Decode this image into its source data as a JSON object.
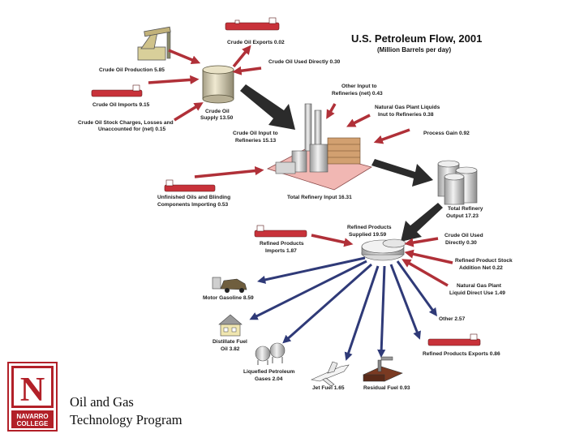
{
  "title": {
    "line1": "U.S. Petroleum Flow, 2001",
    "line2": "(Million Barrels per day)"
  },
  "labels": {
    "crude_oil_exports": "Crude Oil Exports 0.02",
    "crude_oil_used_directly_top": "Crude Oil Used Directly 0.30",
    "crude_oil_production": "Crude Oil Production 5.85",
    "crude_oil_imports": "Crude Oil Imports 9.15",
    "stock_charges_1": "Crude Oil Stock Charges, Losses and",
    "stock_charges_2": "Unaccounted for (net) 0.15",
    "crude_oil_supply_1": "Crude Oil",
    "crude_oil_supply_2": "Supply 13.50",
    "crude_input_1": "Crude Oil Input to",
    "crude_input_2": "Refineries 15.13",
    "other_input_1": "Other Input to",
    "other_input_2": "Refineries (net) 0.43",
    "ngpl_input_1": "Natural Gas Plant Liquids",
    "ngpl_input_2": "Inut to Refineries 0.38",
    "process_gain": "Process Gain 0.92",
    "unfinished_1": "Unfinished Oils and Blinding",
    "unfinished_2": "Components Importing 0.53",
    "total_refinery_input": "Total Refinery Input 16.31",
    "total_output_1": "Total Refinery",
    "total_output_2": "Output 17.23",
    "refined_supplied_1": "Refined Products",
    "refined_supplied_2": "Supplied 19.59",
    "crude_used_directly_bottom_1": "Crude Oil Used",
    "crude_used_directly_bottom_2": "Directly 0.30",
    "refined_imports_1": "Refined Products",
    "refined_imports_2": "Imports 1.87",
    "product_stock_1": "Refined Product Stock",
    "product_stock_2": "Addition Net 0.22",
    "ngpl_direct_1": "Natural Gas Plant",
    "ngpl_direct_2": "Liquid Direct Use 1.49",
    "motor_gasoline": "Motor Gasoline 8.59",
    "other": "Other 2.57",
    "distillate_1": "Distillate Fuel",
    "distillate_2": "Oil 3.82",
    "refined_exports": "Refined Products Exports 0.86",
    "lpg_1": "Liquefied Petroleum",
    "lpg_2": "Gases 2.04",
    "jet_fuel": "Jet Fuel 1.65",
    "residual_fuel": "Residual Fuel 0.93"
  },
  "logo": {
    "letter": "N",
    "line1": "NAVARRO",
    "line2": "COLLEGE"
  },
  "footer": {
    "line1": "Oil and Gas",
    "line2": "Technology Program"
  },
  "colors": {
    "red_arrow": "#b03038",
    "blue_arrow": "#2f3a78",
    "logo_red": "#b22028"
  }
}
